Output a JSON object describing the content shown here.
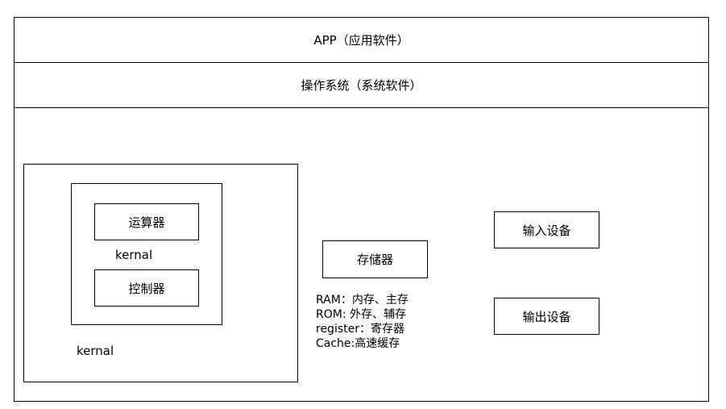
{
  "layers": {
    "app": "APP（应用软件）",
    "os": "操作系统（系统软件）"
  },
  "cpu": {
    "alu": "运算器",
    "inner_kernal": "kernal",
    "control": "控制器",
    "outer_kernal": "kernal"
  },
  "memory": {
    "title": "存储器",
    "lines": [
      "RAM：内存、主存",
      "ROM: 外存、辅存",
      "register：寄存器",
      "Cache:高速缓存"
    ]
  },
  "io": {
    "input": "输入设备",
    "output": "输出设备"
  }
}
